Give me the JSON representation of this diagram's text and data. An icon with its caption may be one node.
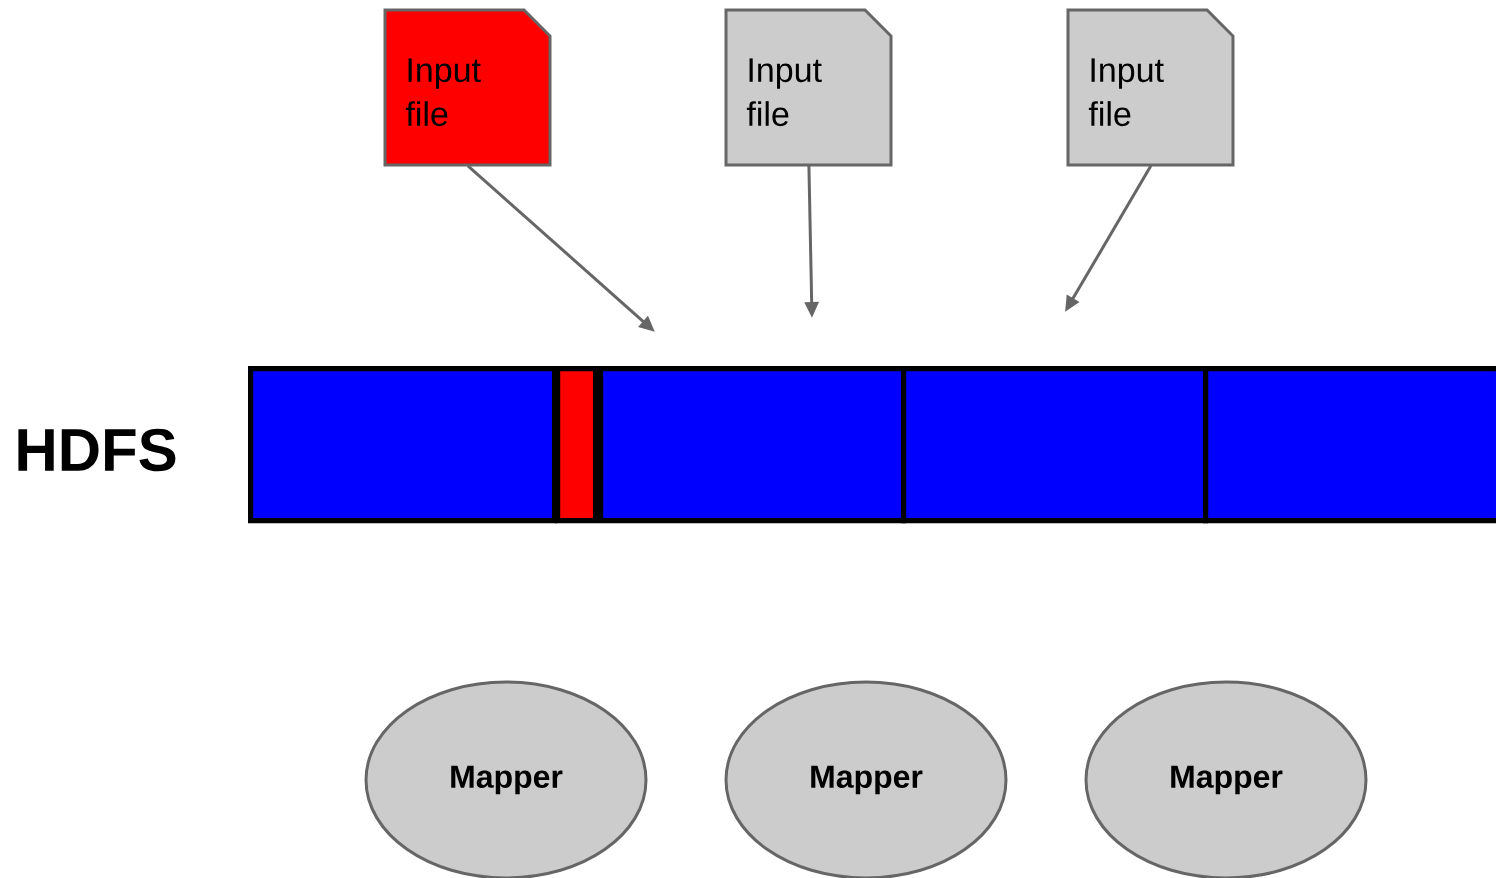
{
  "diagram": {
    "nodes": [
      {
        "text": [
          "Input file"
        ]
      },
      {
        "text": [
          "Input file"
        ]
      },
      {
        "text": [
          "Input file"
        ]
      },
      {
        "text": [],
        "shape": "box"
      },
      {
        "text": [],
        "shape": "box"
      },
      {
        "text": [],
        "shape": "box"
      },
      {
        "text": [],
        "shape": "box"
      },
      {
        "text": [],
        "shape": "box"
      },
      {
        "text": [
          "Mapper"
        ]
      },
      {
        "text": [
          "Mapper"
        ]
      },
      {
        "text": [
          "Mapper"
        ]
      }
    ],
    "edges": [
      {
        "from": 0,
        "to": null,
        "arrow": "to"
      },
      {
        "from": 1,
        "to": null,
        "arrow": "to"
      },
      {
        "from": 2,
        "to": null,
        "arrow": "to"
      }
    ],
    "labels": [
      "HDFS"
    ]
  }
}
